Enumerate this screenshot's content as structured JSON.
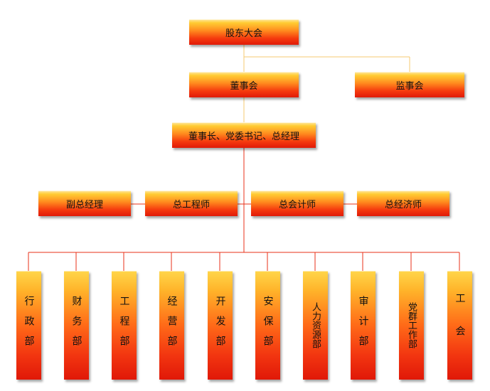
{
  "top": {
    "shareholders": "股东大会"
  },
  "board": {
    "directors": "董事会",
    "supervisors": "监事会"
  },
  "chairman": "董事长、党委书记、总经理",
  "executives": [
    "副总经理",
    "总工程师",
    "总会计师",
    "总经济师"
  ],
  "departments": [
    "行政部",
    "财务部",
    "工程部",
    "经营部",
    "开发部",
    "安保部",
    "人力资源部",
    "审计部",
    "党群工作部",
    "工会"
  ],
  "colors": {
    "connector_main": "#f5c970",
    "connector_lower": "#e8321a"
  }
}
